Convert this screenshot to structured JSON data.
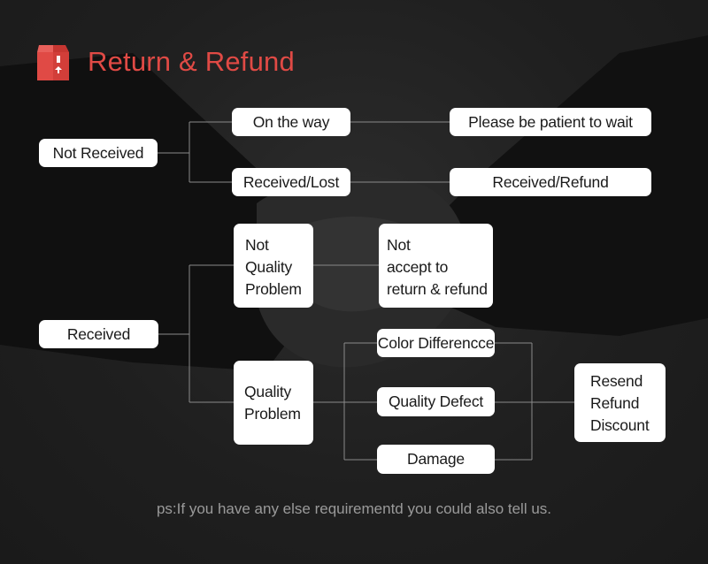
{
  "header": {
    "title": "Return & Refund",
    "icon": "package-return-icon",
    "accent_color": "#e04a45"
  },
  "nodes": {
    "not_received": "Not Received",
    "on_the_way": "On the way",
    "please_wait": "Please be patient to wait",
    "received_lost": "Received/Lost",
    "received_refund": "Received/Refund",
    "not_quality_problem": "Not\nQuality\nProblem",
    "not_accept": "Not\naccept to\nreturn & refund",
    "received": "Received",
    "quality_problem": "Quality\nProblem",
    "color_difference": "Color Differencce",
    "quality_defect": "Quality Defect",
    "damage": "Damage",
    "resend_options": "Resend\nRefund\nDiscount"
  },
  "footnote": "ps:If you have any else requirementd you could also tell us.",
  "colors": {
    "background": "#1e1e1e",
    "box_fill": "#ffffff",
    "connector": "#8a8a8a",
    "footnote_text": "#9a9a9a"
  }
}
